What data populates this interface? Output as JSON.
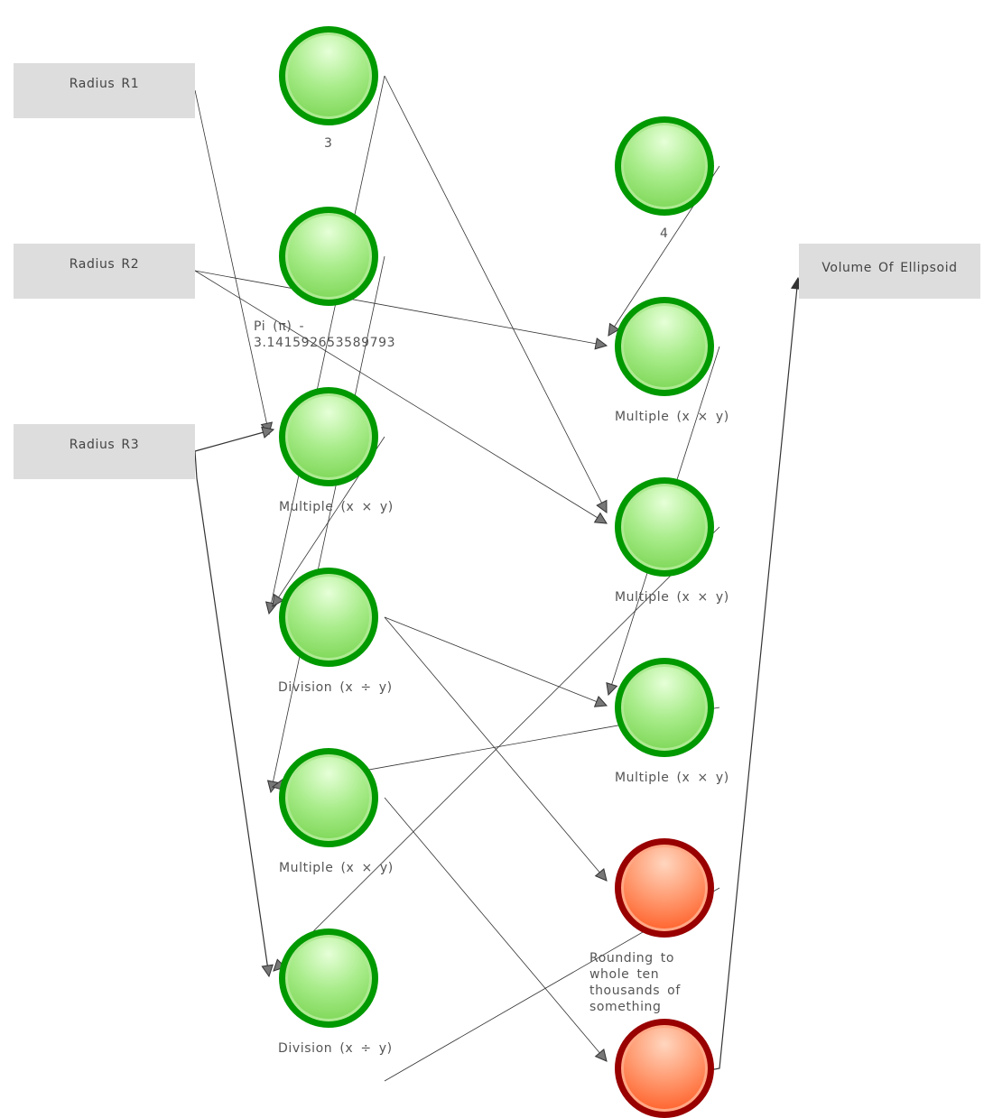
{
  "diagram": {
    "inputs": [
      {
        "id": "r1",
        "label": "Radius R1"
      },
      {
        "id": "r2",
        "label": "Radius R2"
      },
      {
        "id": "r3",
        "label": "Radius R3"
      }
    ],
    "output": {
      "id": "vol",
      "label": "Volume Of Ellipsoid"
    },
    "nodes": [
      {
        "id": "c3",
        "label": "3",
        "status": "ok"
      },
      {
        "id": "pi",
        "label": "Pi (π) -\n3.141592653589793",
        "status": "ok"
      },
      {
        "id": "a1",
        "label": "Multiple (x × y)",
        "status": "ok"
      },
      {
        "id": "a2",
        "label": "Division (x ÷ y)",
        "status": "ok"
      },
      {
        "id": "a3",
        "label": "Multiple (x × y)",
        "status": "ok"
      },
      {
        "id": "a4",
        "label": "Division (x ÷ y)",
        "status": "ok"
      },
      {
        "id": "c4",
        "label": "4",
        "status": "ok"
      },
      {
        "id": "b1",
        "label": "Multiple (x × y)",
        "status": "ok"
      },
      {
        "id": "b2",
        "label": "Multiple (x × y)",
        "status": "ok"
      },
      {
        "id": "b3",
        "label": "Multiple (x × y)",
        "status": "ok"
      },
      {
        "id": "rd1",
        "label": "Rounding to\nwhole ten\nthousands of\nsomething",
        "status": "error"
      },
      {
        "id": "rd2",
        "label": "",
        "status": "error"
      }
    ],
    "edges": [
      {
        "from": "r1",
        "to": "a1"
      },
      {
        "from": "r2",
        "to": "b1"
      },
      {
        "from": "r2",
        "to": "b2"
      },
      {
        "from": "r3",
        "to": "a1"
      },
      {
        "from": "r3",
        "to": "a4"
      },
      {
        "from": "c3",
        "to": "a2"
      },
      {
        "from": "c3",
        "to": "b2"
      },
      {
        "from": "pi",
        "to": "a3"
      },
      {
        "from": "a1",
        "to": "a2"
      },
      {
        "from": "c4",
        "to": "b1"
      },
      {
        "from": "b1",
        "to": "b3"
      },
      {
        "from": "a2",
        "to": "b3"
      },
      {
        "from": "a2",
        "to": "rd1"
      },
      {
        "from": "b2",
        "to": "a4"
      },
      {
        "from": "b3",
        "to": "a3"
      },
      {
        "from": "a3",
        "to": "rd2"
      },
      {
        "from": "rd1",
        "to": "a4-out"
      },
      {
        "from": "rd2",
        "to": "vol"
      }
    ],
    "status_colors": {
      "ok": "#009900",
      "error": "#990000",
      "box": "#dddddd",
      "edge": "#333333"
    }
  }
}
